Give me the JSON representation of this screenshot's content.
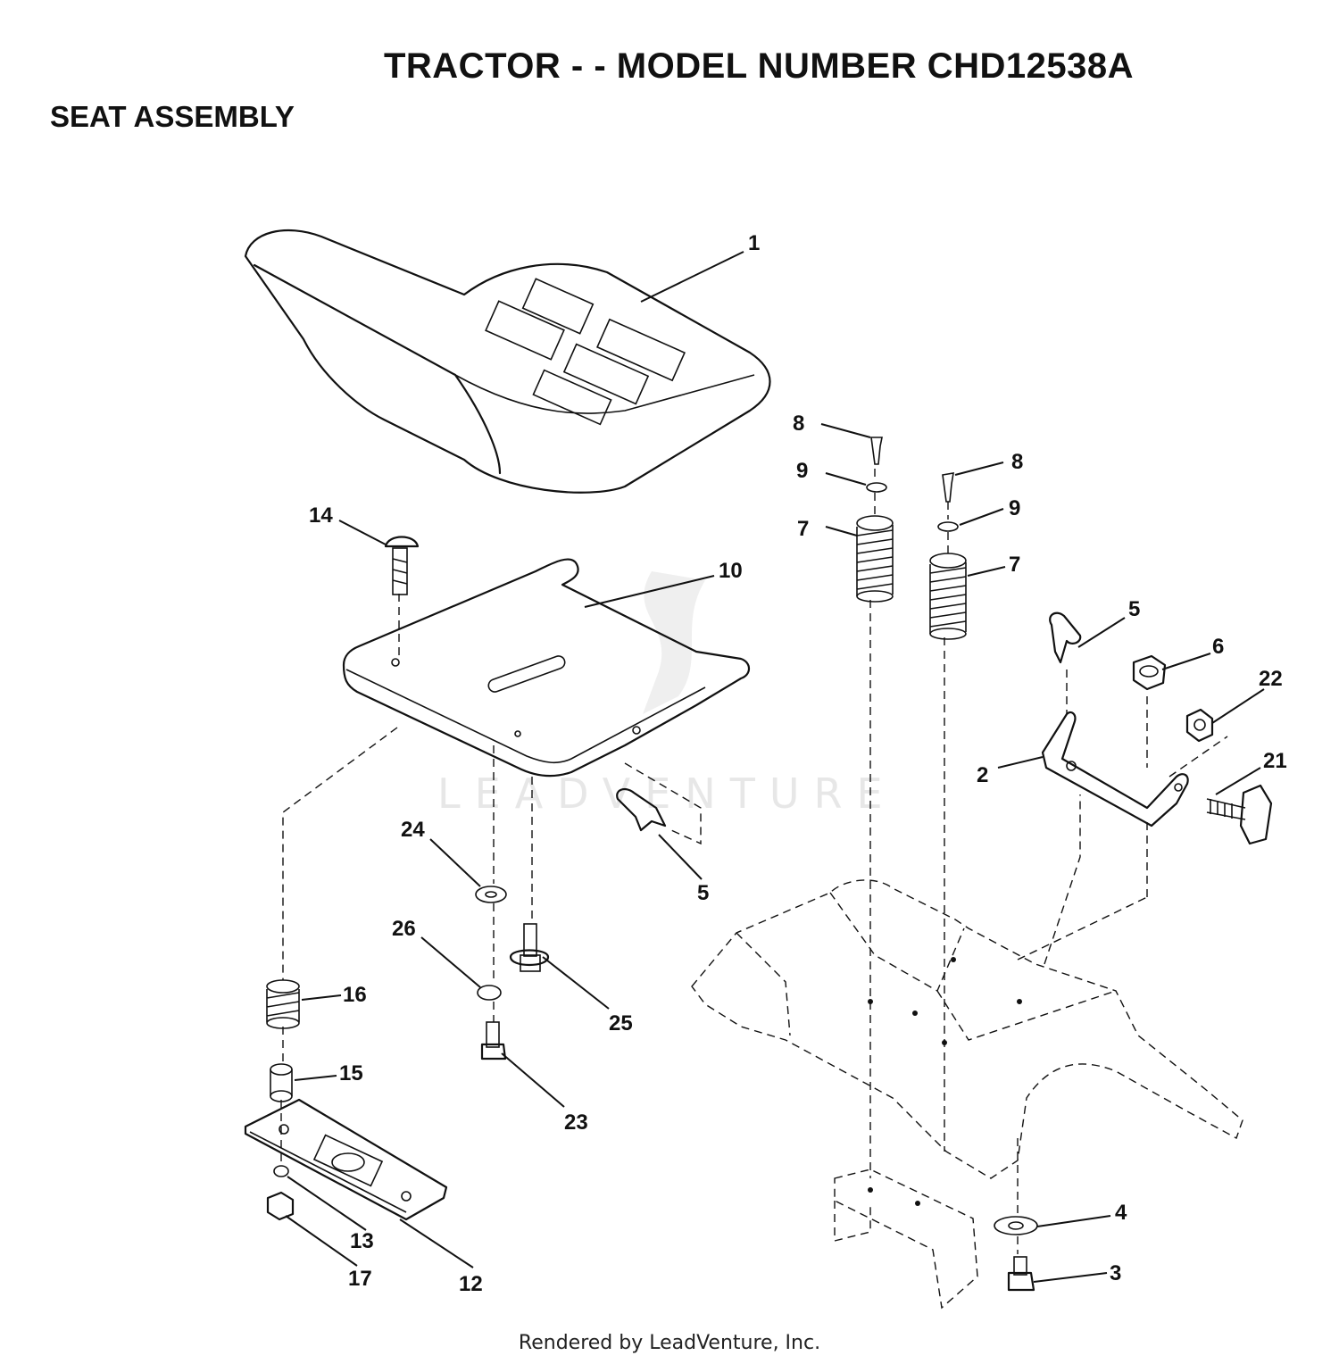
{
  "title": "TRACTOR - - MODEL NUMBER CHD12538A",
  "section": "SEAT ASSEMBLY",
  "watermark": "LEADVENTURE",
  "footer": "Rendered by LeadVenture, Inc.",
  "callouts": {
    "c1": "1",
    "c2": "2",
    "c3": "3",
    "c4": "4",
    "c5a": "5",
    "c5b": "5",
    "c6": "6",
    "c7a": "7",
    "c7b": "7",
    "c8a": "8",
    "c8b": "8",
    "c9a": "9",
    "c9b": "9",
    "c10": "10",
    "c12": "12",
    "c13": "13",
    "c14": "14",
    "c15": "15",
    "c16": "16",
    "c17": "17",
    "c21": "21",
    "c22": "22",
    "c23": "23",
    "c24": "24",
    "c25": "25",
    "c26": "26"
  }
}
